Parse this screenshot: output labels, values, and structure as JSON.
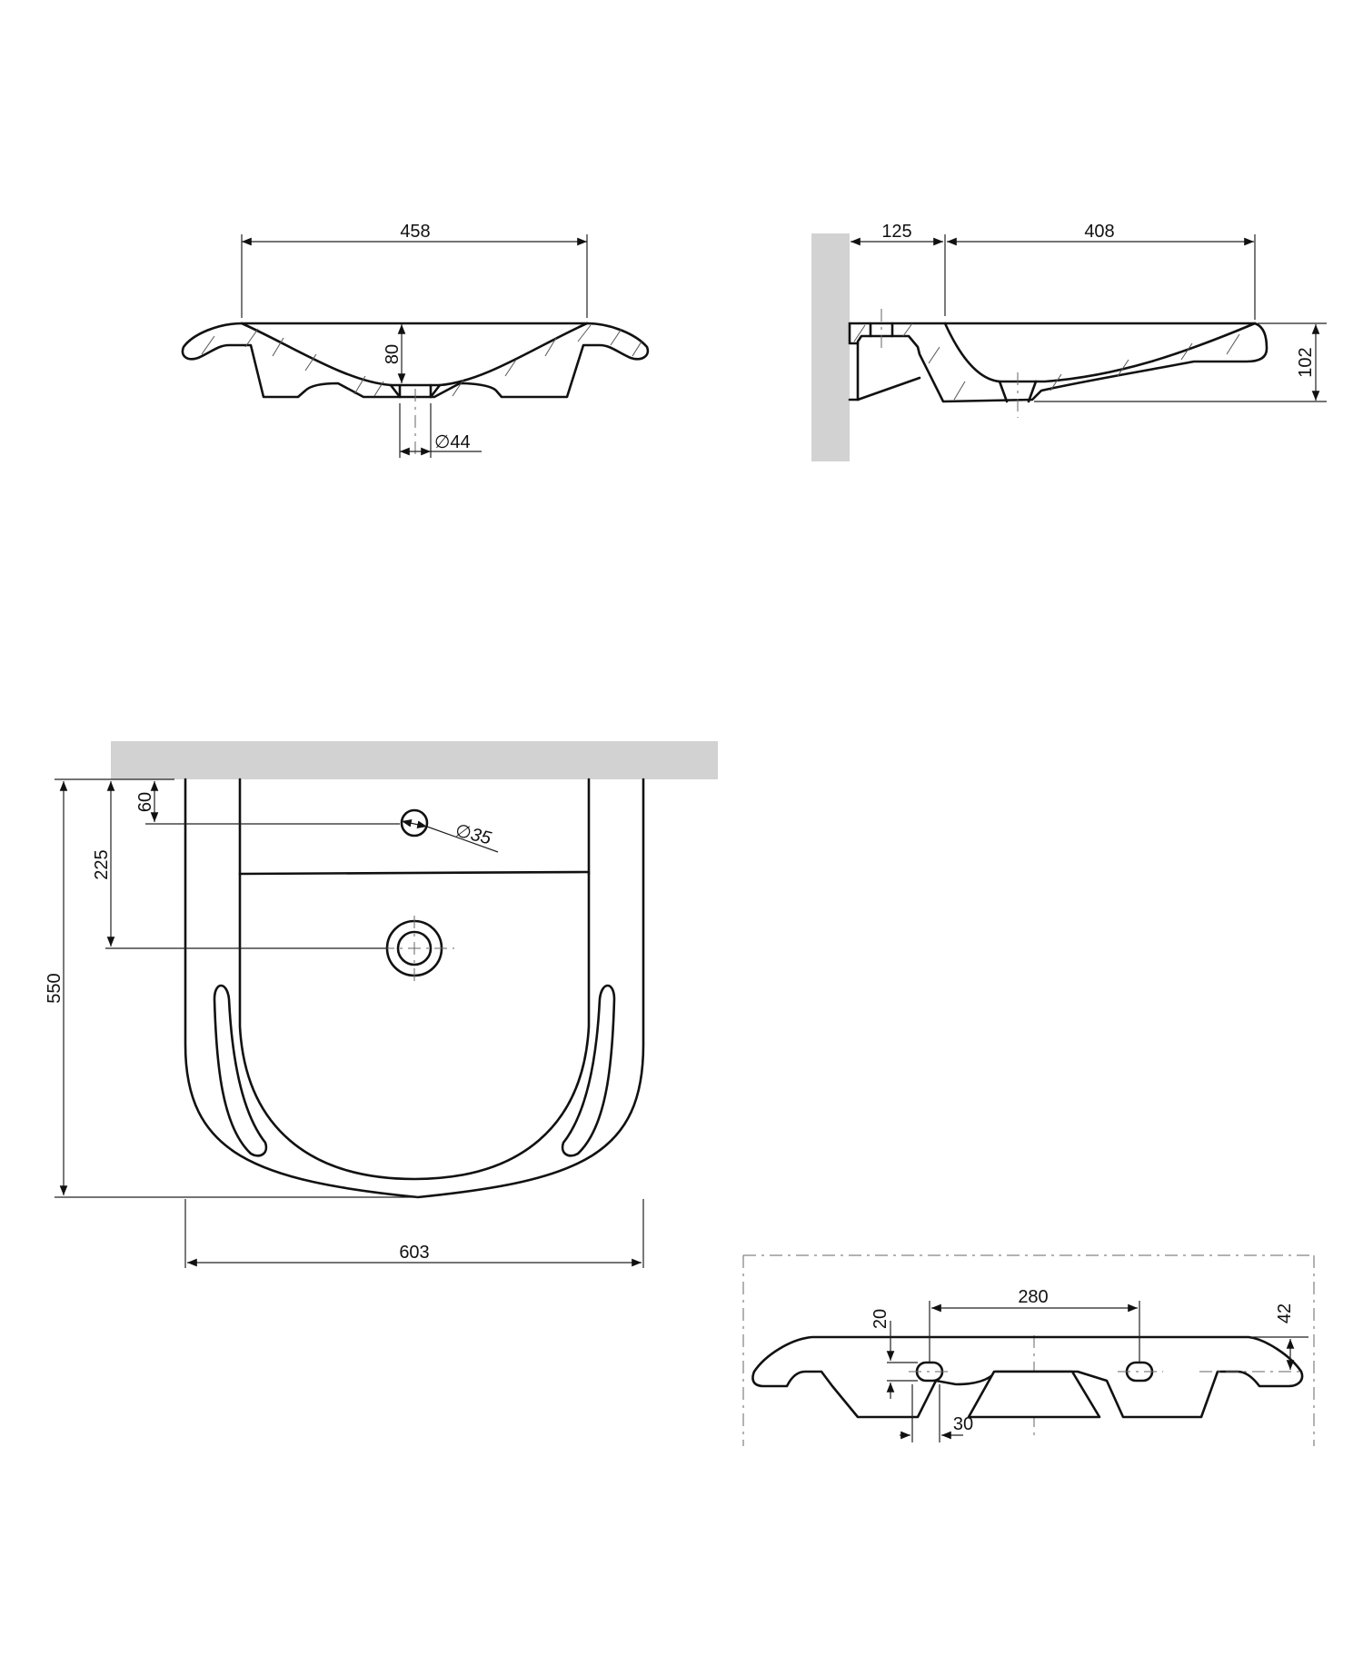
{
  "document": {
    "type": "technical drawing",
    "subject": "washbasin dimension sheet",
    "units": "mm"
  },
  "views": {
    "front_section": {
      "width_label": "458",
      "depth_label": "80",
      "drain_diameter_label": "∅44",
      "drain_diameter_symbol": "∅",
      "drain_diameter_value": "44"
    },
    "side_section": {
      "wall_offset_label": "125",
      "basin_length_label": "408",
      "height_label": "102"
    },
    "plan": {
      "tap_hole_offset_label": "60",
      "drain_offset_label": "225",
      "depth_label": "550",
      "width_label": "603",
      "tap_hole_diameter_label": "∅35"
    },
    "bottom": {
      "mount_spacing_label": "280",
      "slot_height_label": "20",
      "slot_offset_label": "42",
      "slot_width_label": "30"
    }
  },
  "colors": {
    "wall": "#d2d2d2",
    "line": "#111111"
  }
}
